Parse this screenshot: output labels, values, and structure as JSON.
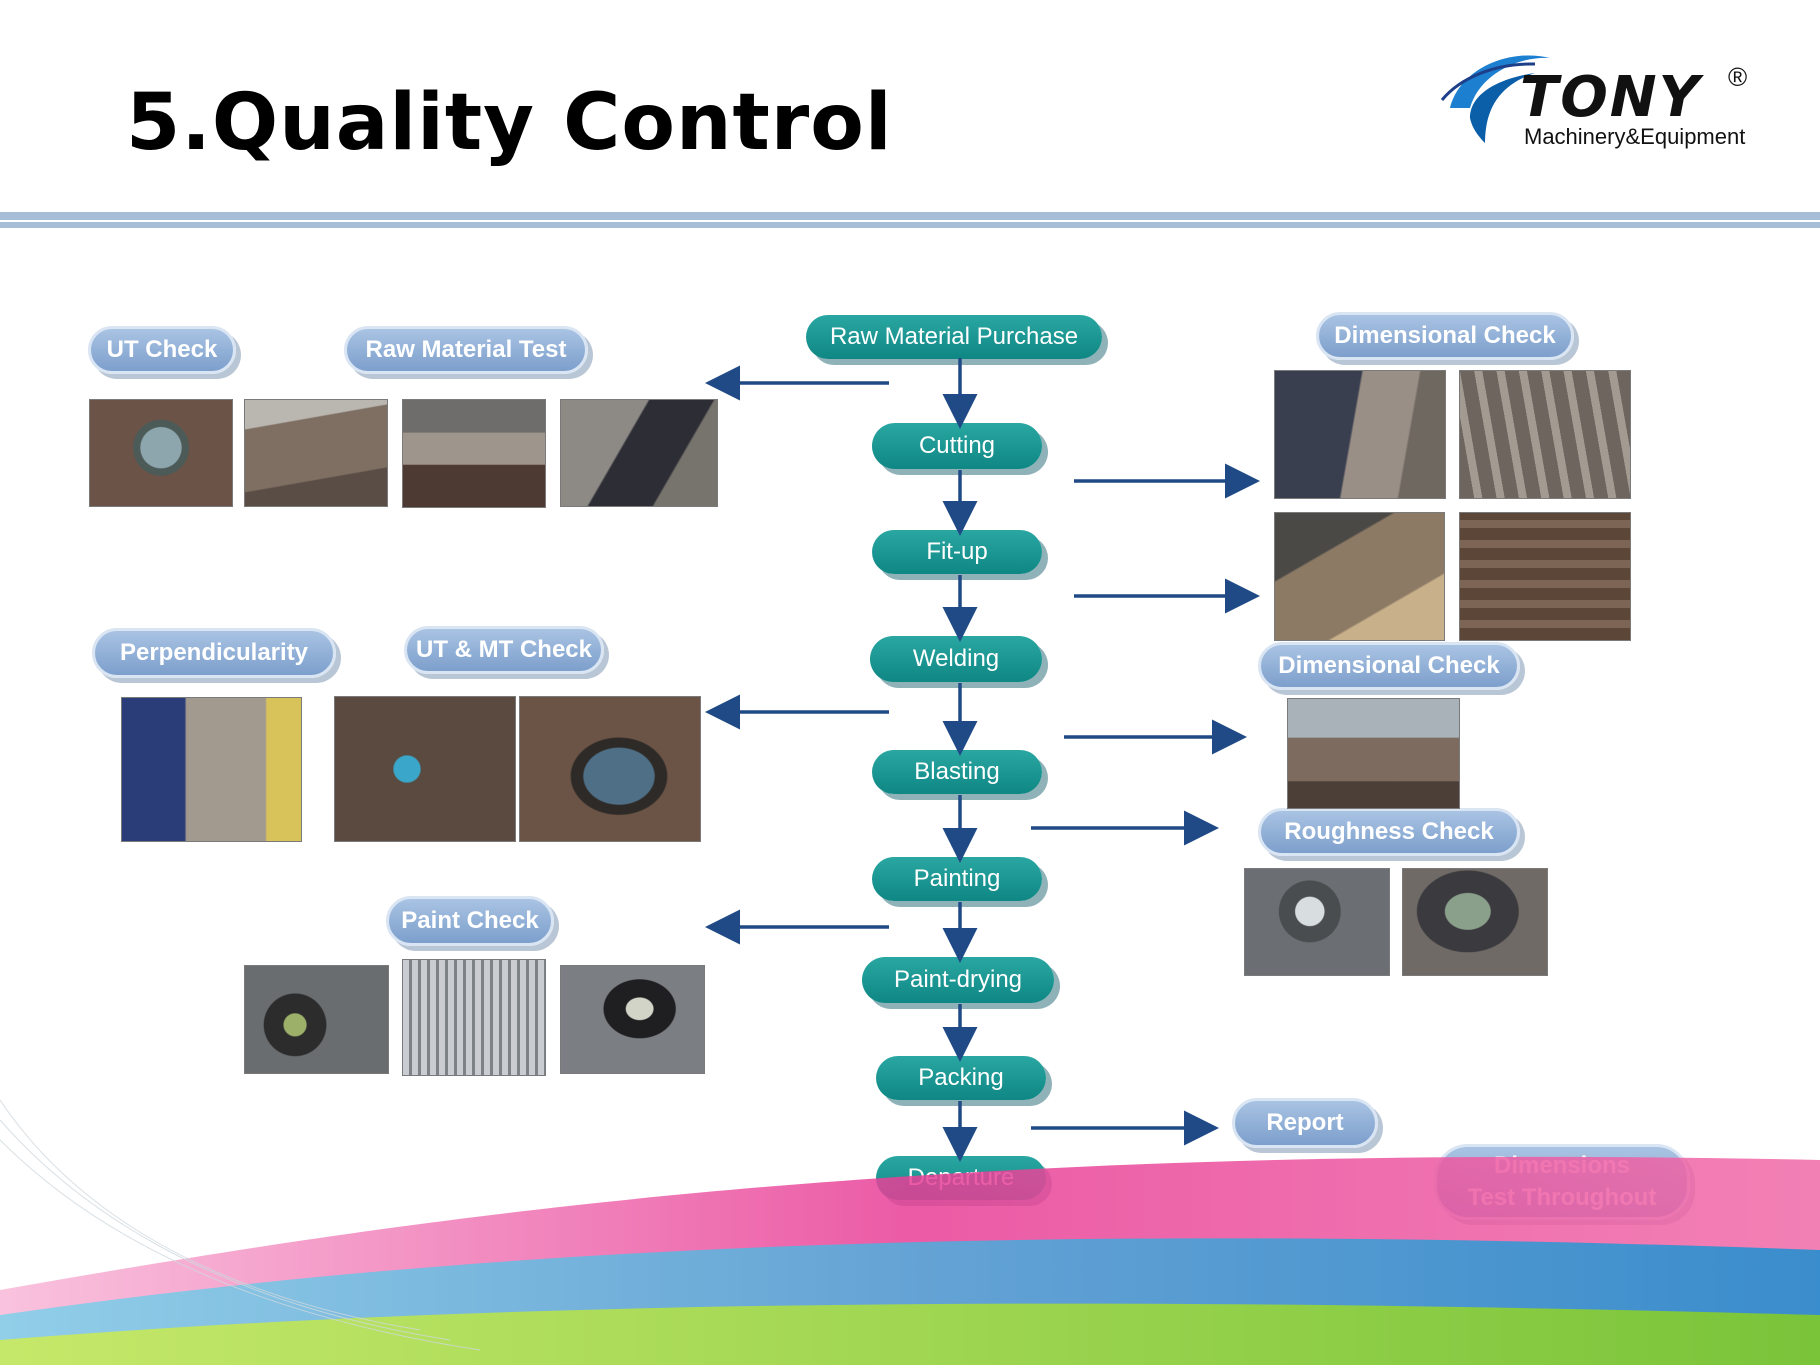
{
  "title": "5.Quality Control",
  "logo": {
    "word": "TONY",
    "reg": "®",
    "sub": "Machinery&Equipment"
  },
  "colors": {
    "step_pill": "#1a9894",
    "check_pill": "#8fb0d9",
    "arrow": "#1f4a86",
    "rule": "#a7bed8"
  },
  "process_steps": [
    "Raw Material  Purchase",
    "Cutting",
    "Fit-up",
    "Welding",
    "Blasting",
    "Painting",
    "Paint-drying",
    "Packing",
    "Departure"
  ],
  "checks": {
    "ut_check": "UT Check",
    "raw_material_test": "Raw Material Test",
    "dimensional_check_top": "Dimensional Check",
    "perpendicularity": "Perpendicularity",
    "ut_mt_check": "UT & MT Check",
    "dimensional_check_mid": "Dimensional Check",
    "roughness_check": "Roughness Check",
    "paint_check": "Paint Check",
    "report": "Report",
    "dimensions_test": "Dimensions Test Throughout"
  },
  "photo_subjects": [
    "ut-tester-photo",
    "steel-plate-photo",
    "thickness-gauge-photo",
    "worker-gauge-photo",
    "worker-measuring-photo",
    "beam-row-photo",
    "fitup-plate-photo",
    "fitup-frame-photo",
    "perpendicularity-photo",
    "mt-check-photo",
    "ut-screen-photo",
    "dimension-yard-photo",
    "roughness-gauge-photo",
    "roughness-reading-photo",
    "paint-meters-photo",
    "grating-photo",
    "paint-thermometer-photo"
  ]
}
